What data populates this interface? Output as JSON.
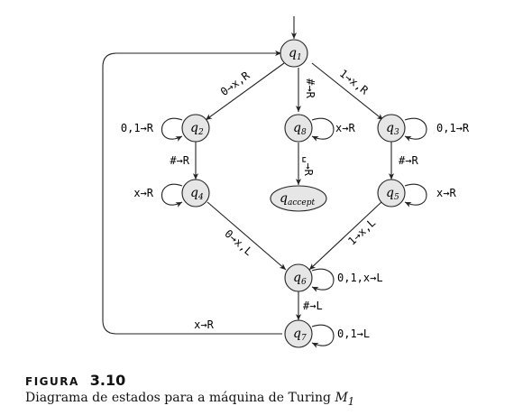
{
  "states": {
    "q1": {
      "name": "q",
      "sub": "1"
    },
    "q2": {
      "name": "q",
      "sub": "2"
    },
    "q3": {
      "name": "q",
      "sub": "3"
    },
    "q4": {
      "name": "q",
      "sub": "4"
    },
    "q5": {
      "name": "q",
      "sub": "5"
    },
    "q6": {
      "name": "q",
      "sub": "6"
    },
    "q7": {
      "name": "q",
      "sub": "7"
    },
    "q8": {
      "name": "q",
      "sub": "8"
    },
    "qaccept": {
      "name": "q",
      "sub": "accept"
    }
  },
  "transitions": {
    "q1_q2": "0→x,R",
    "q1_q8": "#→R",
    "q1_q3": "1→x,R",
    "q2_loop": "0,1→R",
    "q8_loop": "x→R",
    "q3_loop": "0,1→R",
    "q2_q4": "#→R",
    "q8_accept": "␣→R",
    "q3_q5": "#→R",
    "q4_loop": "x→R",
    "q5_loop": "x→R",
    "q4_q6": "0→x,L",
    "q5_q6": "1→x,L",
    "q6_loop": "0,1,x→L",
    "q6_q7": "#→L",
    "q7_loop": "0,1→L",
    "q7_q1": "x→R"
  },
  "caption": {
    "figure_word": "FIGURA",
    "figure_number": "3.10",
    "text": "Diagrama de estados para a máquina de Turing",
    "machine": "M",
    "machine_sub": "1"
  }
}
